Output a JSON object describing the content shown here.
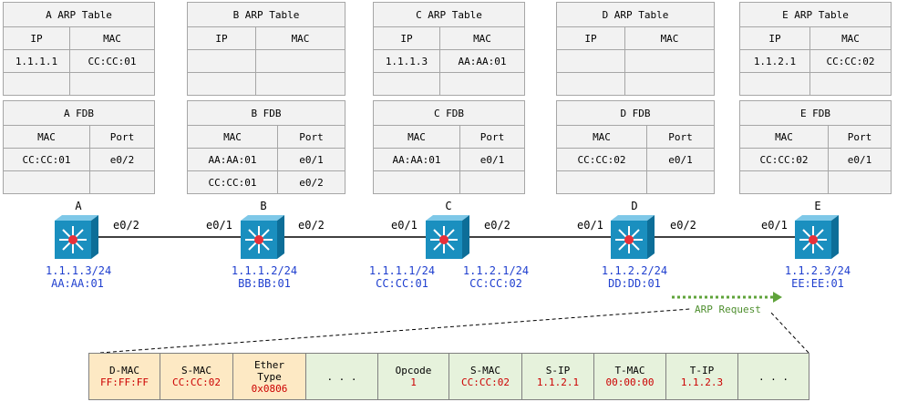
{
  "arp_tables": [
    {
      "title": "A ARP Table",
      "col_ip": "IP",
      "col_mac": "MAC",
      "rows": [
        [
          "1.1.1.1",
          "CC:CC:01"
        ],
        [
          "",
          ""
        ]
      ]
    },
    {
      "title": "B ARP Table",
      "col_ip": "IP",
      "col_mac": "MAC",
      "rows": [
        [
          "",
          ""
        ],
        [
          "",
          ""
        ]
      ]
    },
    {
      "title": "C ARP Table",
      "col_ip": "IP",
      "col_mac": "MAC",
      "rows": [
        [
          "1.1.1.3",
          "AA:AA:01"
        ],
        [
          "",
          ""
        ]
      ]
    },
    {
      "title": "D ARP Table",
      "col_ip": "IP",
      "col_mac": "MAC",
      "rows": [
        [
          "",
          ""
        ],
        [
          "",
          ""
        ]
      ]
    },
    {
      "title": "E ARP Table",
      "col_ip": "IP",
      "col_mac": "MAC",
      "rows": [
        [
          "1.1.2.1",
          "CC:CC:02"
        ],
        [
          "",
          ""
        ]
      ]
    }
  ],
  "fdb_tables": [
    {
      "title": "A FDB",
      "col_mac": "MAC",
      "col_port": "Port",
      "rows": [
        [
          "CC:CC:01",
          "e0/2"
        ],
        [
          "",
          ""
        ]
      ]
    },
    {
      "title": "B FDB",
      "col_mac": "MAC",
      "col_port": "Port",
      "rows": [
        [
          "AA:AA:01",
          "e0/1"
        ],
        [
          "CC:CC:01",
          "e0/2"
        ]
      ]
    },
    {
      "title": "C FDB",
      "col_mac": "MAC",
      "col_port": "Port",
      "rows": [
        [
          "AA:AA:01",
          "e0/1"
        ],
        [
          "",
          ""
        ]
      ]
    },
    {
      "title": "D FDB",
      "col_mac": "MAC",
      "col_port": "Port",
      "rows": [
        [
          "CC:CC:02",
          "e0/1"
        ],
        [
          "",
          ""
        ]
      ]
    },
    {
      "title": "E FDB",
      "col_mac": "MAC",
      "col_port": "Port",
      "rows": [
        [
          "CC:CC:02",
          "e0/1"
        ],
        [
          "",
          ""
        ]
      ]
    }
  ],
  "devices": {
    "a": {
      "label": "A",
      "ip": "1.1.1.3/24",
      "mac": "AA:AA:01"
    },
    "b": {
      "label": "B",
      "ip": "1.1.1.2/24",
      "mac": "BB:BB:01"
    },
    "c": {
      "label": "C",
      "ip_left": "1.1.1.1/24",
      "mac_left": "CC:CC:01",
      "ip_right": "1.1.2.1/24",
      "mac_right": "CC:CC:02"
    },
    "d": {
      "label": "D",
      "ip": "1.1.2.2/24",
      "mac": "DD:DD:01"
    },
    "e": {
      "label": "E",
      "ip": "1.1.2.3/24",
      "mac": "EE:EE:01"
    }
  },
  "ports": {
    "a_right": "e0/2",
    "b_left": "e0/1",
    "b_right": "e0/2",
    "c_left": "e0/1",
    "c_right": "e0/2",
    "d_left": "e0/1",
    "d_right": "e0/2",
    "e_left": "e0/1"
  },
  "arp_request_label": "ARP Request",
  "packet": {
    "dmac": {
      "label": "D-MAC",
      "value": "FF:FF:FF"
    },
    "smac": {
      "label": "S-MAC",
      "value": "CC:CC:02"
    },
    "ether_type": {
      "label1": "Ether",
      "label2": "Type",
      "value": "0x0806"
    },
    "dots1": ". . .",
    "opcode": {
      "label": "Opcode",
      "value": "1"
    },
    "psmac": {
      "label": "S-MAC",
      "value": "CC:CC:02"
    },
    "sip": {
      "label": "S-IP",
      "value": "1.1.2.1"
    },
    "tmac": {
      "label": "T-MAC",
      "value": "00:00:00"
    },
    "tip": {
      "label": "T-IP",
      "value": "1.1.2.3"
    },
    "dots2": ". . ."
  },
  "colors": {
    "ip_text": "#1f3fcf",
    "packet_value": "#cc0000",
    "header_bg": "#fde9c4",
    "payload_bg": "#e6f2dc",
    "arp_arrow": "#4f8f2f",
    "switch": "#1a8fbf"
  }
}
